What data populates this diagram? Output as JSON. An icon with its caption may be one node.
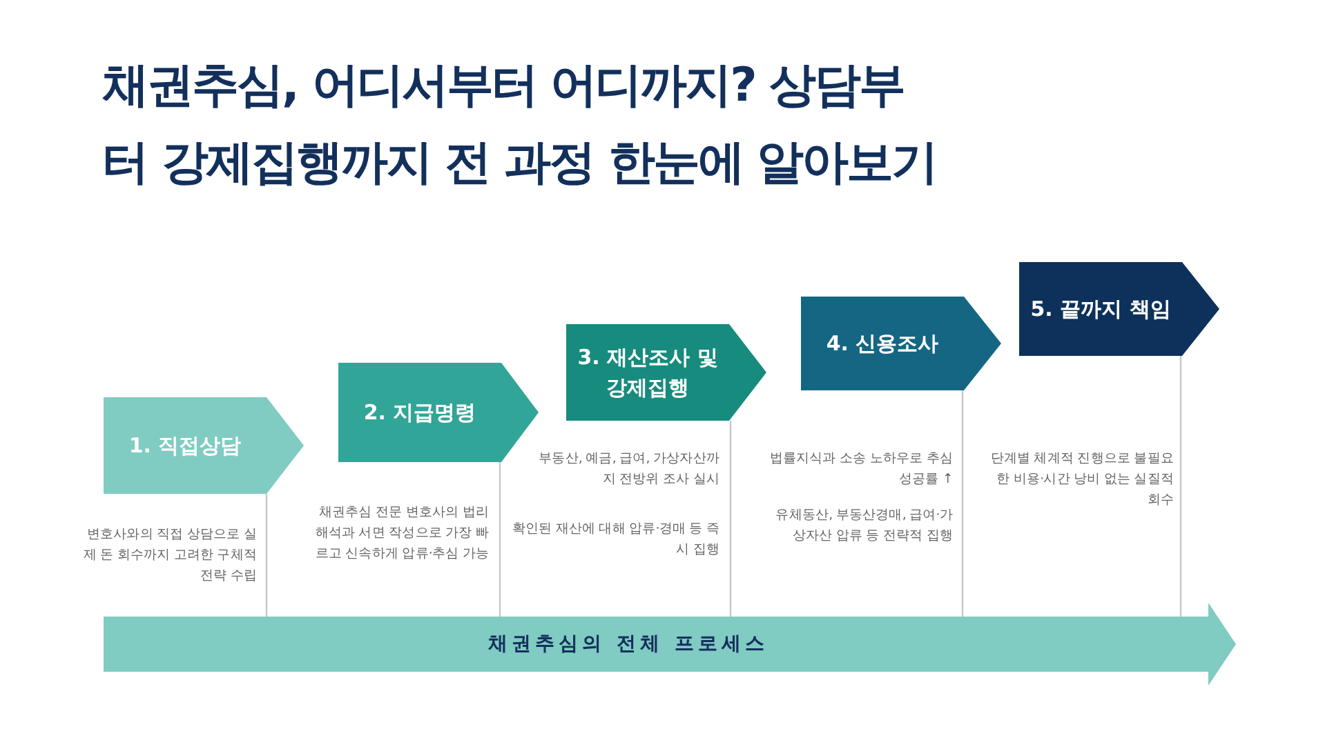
{
  "diagram": {
    "title": "채권추심, 어디서부터 어디까지? 상담부터 강제집행까지 전 과정 한눈에 알아보기",
    "nodes": [
      {
        "text": [
          "1. 직접상담"
        ]
      },
      {
        "text": [
          "2. 지급명령"
        ]
      },
      {
        "text": [
          "3. 재산조사 및 강제집행"
        ]
      },
      {
        "text": [
          "4. 신용조사"
        ]
      },
      {
        "text": [
          "5. 끝까지 책임"
        ]
      },
      {
        "text": [
          "채권추심의 전체 프로세스"
        ]
      }
    ],
    "edges": [
      {
        "from": 0,
        "to": 5,
        "arrow": "none"
      },
      {
        "from": 1,
        "to": 5,
        "arrow": "none"
      },
      {
        "from": 2,
        "to": 5,
        "arrow": "none"
      },
      {
        "from": 3,
        "to": 5,
        "arrow": "none"
      },
      {
        "from": 4,
        "to": 5,
        "arrow": "none"
      }
    ],
    "labels": [
      "변호사와의 직접 상담으로 실제 돈 회수까지 고려한 구체적 전략 수립",
      "채권추심 전문 변호사의 법리 해석과 서면 작성으로 가장 빠르고 신속하게 압류·추심 가능",
      "부동산, 예금, 급여, 가상자산까지 전방위 조사 실시",
      "확인된 재산에 대해 압류·경매 등 즉시 집행",
      "법률지식과 소송 노하우로 추심 성공률 ↑",
      "유체동산, 부동산경매, 급여·가상자산 압류 등 전략적 집행",
      "단계별 체계적 진행으로 불필요한 비용·시간 낭비 없는 실질적 회수"
    ]
  }
}
